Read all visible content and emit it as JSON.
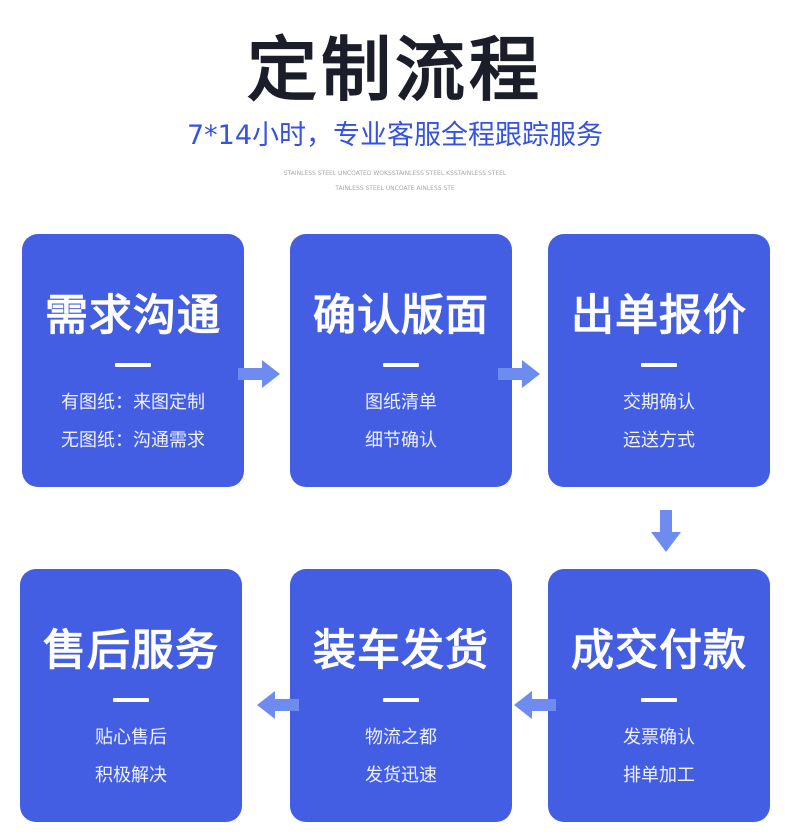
{
  "header": {
    "title": "定制流程",
    "subtitle": "7*14小时，专业客服全程跟踪服务",
    "tiny_line_1": "STAINLESS STEEL UNCOATED WOKSSTAINLESS STEEL KSSTAINLESS STEEL",
    "tiny_line_2": "TAINLESS STEEL UNCOATE AINLESS STE"
  },
  "steps": [
    {
      "title": "需求沟通",
      "line1": "有图纸：来图定制",
      "line2": "无图纸：沟通需求"
    },
    {
      "title": "确认版面",
      "line1": "图纸清单",
      "line2": "细节确认"
    },
    {
      "title": "出单报价",
      "line1": "交期确认",
      "line2": "运送方式"
    },
    {
      "title": "成交付款",
      "line1": "发票确认",
      "line2": "排单加工"
    },
    {
      "title": "装车发货",
      "line1": "物流之都",
      "line2": "发货迅速"
    },
    {
      "title": "售后服务",
      "line1": "贴心售后",
      "line2": "积极解决"
    }
  ],
  "colors": {
    "card_bg": "#435ee2",
    "arrow": "#6e8bf0",
    "subtitle": "#3552e0",
    "title": "#1b1d29"
  },
  "icons": {
    "arrow_right": "arrow-right-icon",
    "arrow_down": "arrow-down-icon",
    "arrow_left": "arrow-left-icon"
  }
}
